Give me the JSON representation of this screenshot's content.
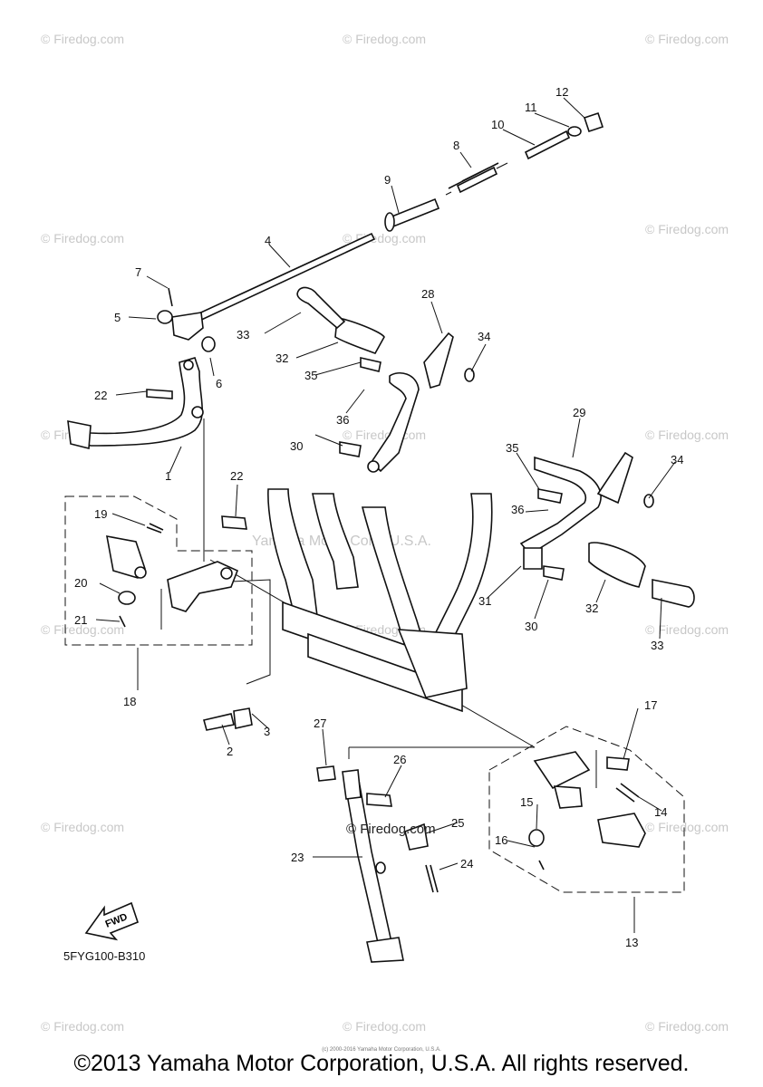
{
  "watermarks": [
    "© Firedog.com"
  ],
  "center_watermark": "Yamaha Motor Corp, U.S.A.",
  "firedog_mid": "© Firedog.com",
  "fwd_label": "FWD",
  "diagram_code": "5FYG100-B310",
  "callouts": [
    "1",
    "2",
    "3",
    "4",
    "5",
    "6",
    "7",
    "8",
    "9",
    "10",
    "11",
    "12",
    "13",
    "14",
    "15",
    "16",
    "17",
    "18",
    "19",
    "20",
    "21",
    "22",
    "22",
    "23",
    "24",
    "25",
    "26",
    "27",
    "28",
    "29",
    "30",
    "30",
    "31",
    "32",
    "32",
    "33",
    "33",
    "34",
    "34",
    "35",
    "35",
    "36",
    "36"
  ],
  "footer_small": "(c) 2000-2016 Yamaha Motor Corporation, U.S.A.",
  "footer": "©2013 Yamaha Motor Corporation, U.S.A. All rights reserved."
}
